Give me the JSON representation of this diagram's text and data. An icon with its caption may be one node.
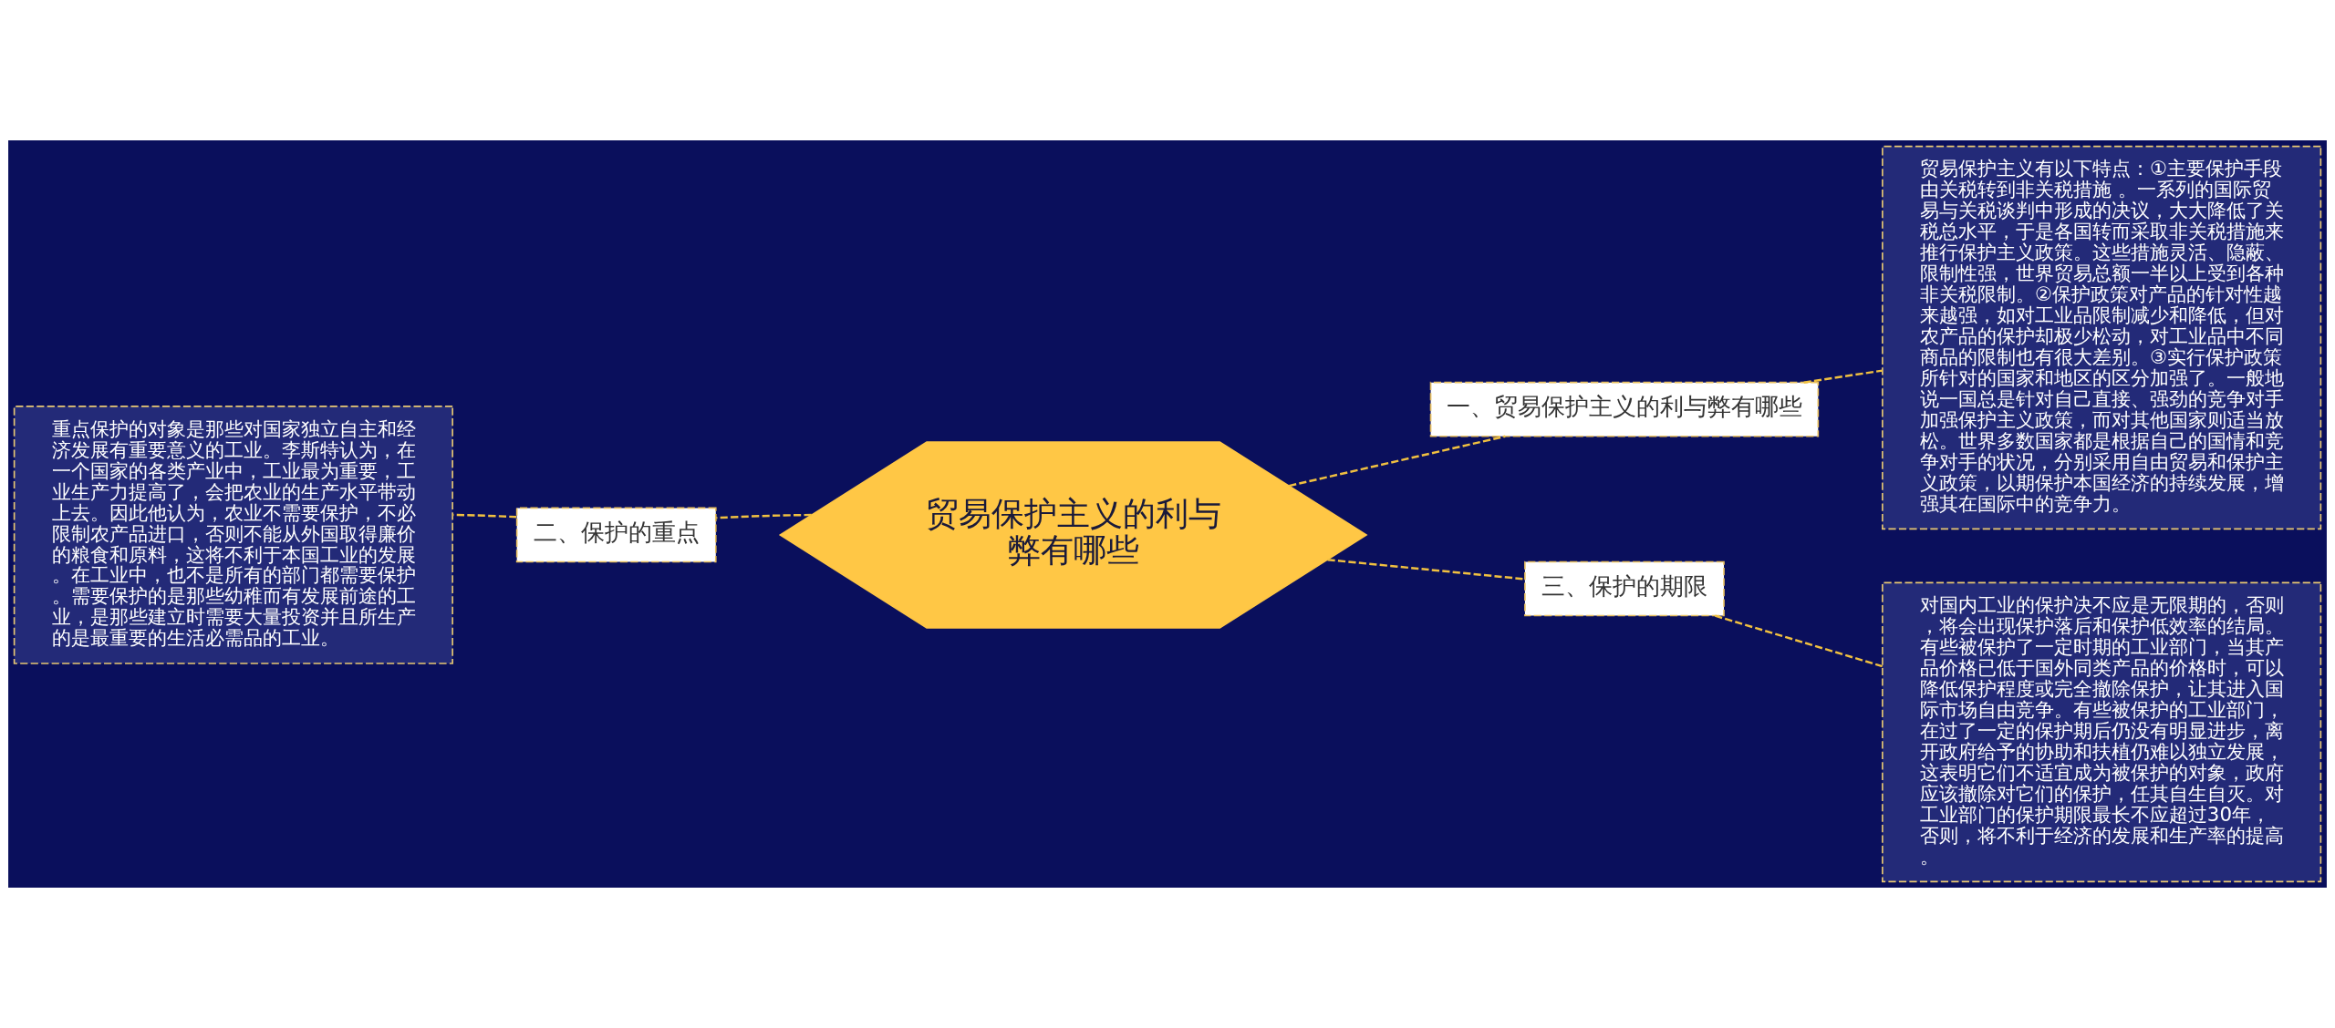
{
  "diagram": {
    "nodes": [
      {
        "text": [
          "贸易保护主义的利与弊有哪些"
        ]
      },
      {
        "text": [
          "一、贸易保护主义的利与弊有哪些"
        ]
      },
      {
        "text": [
          "贸易保护主义有以下特点：①主要保护手段由关税转到非关税措施 。一系列的国际贸易与关税谈判中形成的决议，大大降低了关税总水平，于是各国转而采取非关税措施来推行保护主义政策。这些措施灵活、隐蔽、限制性强，世界贸易总额一半以上受到各种非关税限制。②保护政策对产品的针对性越来越强，如对工业品限制减少和降低，但对农产品的保护却极少松动，对工业品中不同商品的限制也有很大差别。③实行保护政策所针对的国家和地区的区分加强了。一般地说一国总是针对自己直接、强劲的竞争对手加强保护主义政策，而对其他国家则适当放松。世界多数国家都是根据自己的国情和竞争对手的状况，分别采用自由贸易和保护主义政策，以期保护本国经济的持续发展，增强其在国际中的竞争力。"
        ]
      },
      {
        "text": [
          "二、保护的重点"
        ]
      },
      {
        "text": [
          "重点保护的对象是那些对国家独立自主和经济发展有重要意义的工业。李斯特认为，在一个国家的各类产业中，工业最为重要，工业生产力提高了，会把农业的生产水平带动上去。因此他认为，农业不需要保护，不必限制农产品进口，否则不能从外国取得廉价的粮食和原料，这将不利于本国工业的发展。在工业中，也不是所有的部门都需要保护。需要保护的是那些幼稚而有发展前途的工业，是那些建立时需要大量投资并且所生产的是最重要的生活必需品的工业。"
        ]
      },
      {
        "text": [
          "三、保护的期限"
        ]
      },
      {
        "text": [
          "对国内工业的保护决不应是无限期的，否则，将会出现保护落后和保护低效率的结局。有些被保护了一定时期的工业部门，当其产品价格已低于国外同类产品的价格时，可以降低保护程度或完全撤除保护，让其进入国际市场自由竞争。有些被保护的工业部门，在过了一定的保护期后仍没有明显进步，离开政府给予的协助和扶植仍难以独立发展，这表明它们不适宜成为被保护的对象，政府应该撤除对它们的保护，任其自生自灭。对工业部门的保护期限最长不应超过30年，否则，将不利于经济的发展和生产率的提高。"
        ]
      }
    ],
    "edges": [
      {
        "from": 0,
        "to": 1,
        "arrow": "none",
        "style": "dashed"
      },
      {
        "from": 1,
        "to": 2,
        "arrow": "none",
        "style": "dashed"
      },
      {
        "from": 0,
        "to": 3,
        "arrow": "none",
        "style": "dashed"
      },
      {
        "from": 3,
        "to": 4,
        "arrow": "none",
        "style": "dashed"
      },
      {
        "from": 0,
        "to": 5,
        "arrow": "none",
        "style": "dashed"
      },
      {
        "from": 5,
        "to": 6,
        "arrow": "none",
        "style": "dashed"
      }
    ]
  }
}
